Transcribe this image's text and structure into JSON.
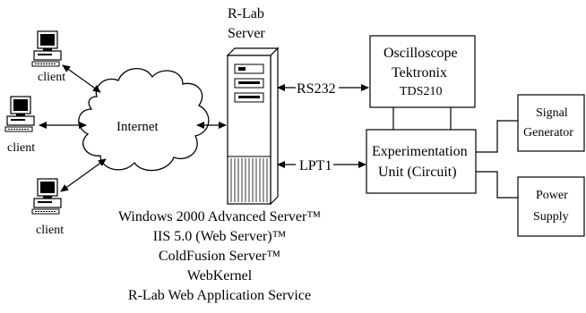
{
  "server": {
    "title_line1": "R-Lab",
    "title_line2": "Server"
  },
  "internet": {
    "label": "Internet"
  },
  "clients": [
    {
      "label": "client"
    },
    {
      "label": "client"
    },
    {
      "label": "client"
    }
  ],
  "links": {
    "rs232": "RS232",
    "lpt1": "LPT1"
  },
  "oscilloscope": {
    "line1": "Oscilloscope",
    "line2": "Tektronix",
    "line3": "TDS210"
  },
  "experimentation_unit": {
    "line1": "Experimentation",
    "line2": "Unit (Circuit)"
  },
  "signal_generator": {
    "line1": "Signal",
    "line2": "Generator"
  },
  "power_supply": {
    "line1": "Power",
    "line2": "Supply"
  },
  "software_stack": [
    "Windows 2000 Advanced Server™",
    "IIS 5.0 (Web Server)™",
    "ColdFusion Server™",
    "WebKernel",
    "R-Lab Web Application Service"
  ]
}
